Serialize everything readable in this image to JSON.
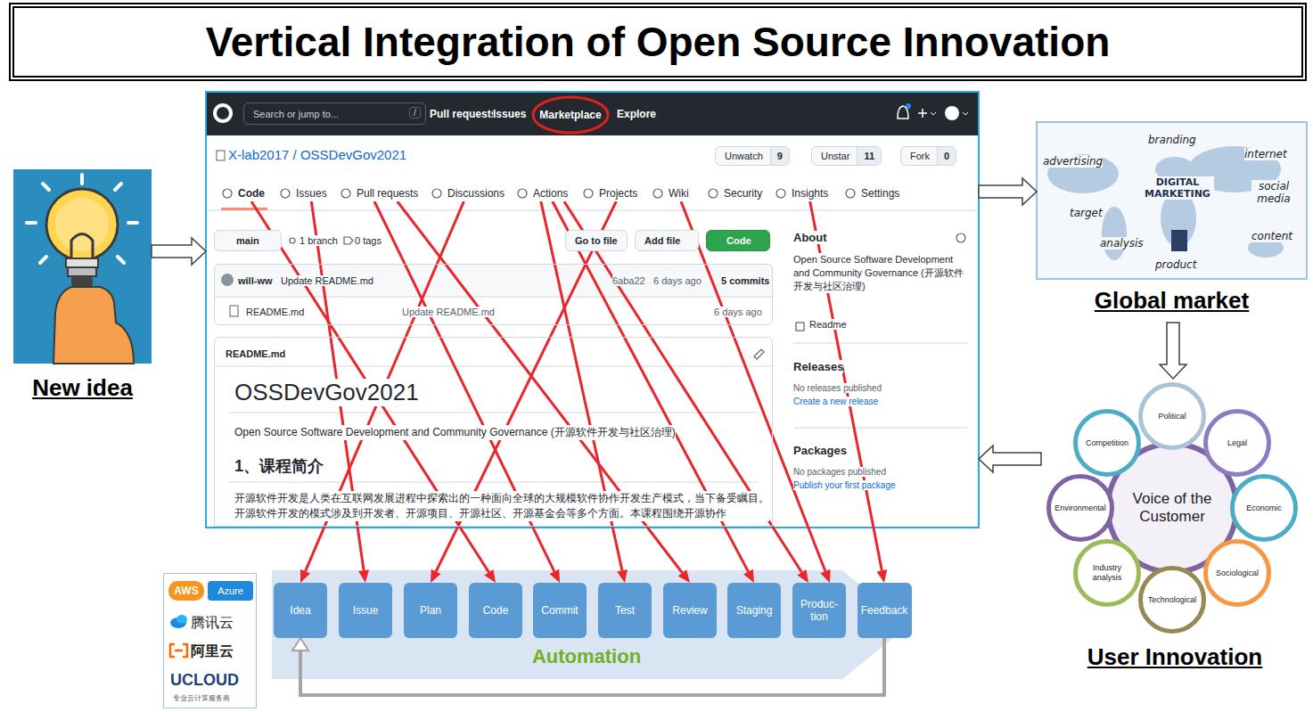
{
  "diagram": {
    "title": "Vertical Integration of Open Source Innovation",
    "nodes": [
      {
        "text": [
          "New idea"
        ]
      },
      {
        "text": [
          "Pull requests",
          "Issues",
          "Explore",
          "X-lab2017 / OSSDevGov2021",
          "1 branch",
          "0 tags",
          "About",
          "Open Source Software Development and Community Governance (开源软件开发与社区治理)",
          "Readme",
          "Releases",
          "No releases published",
          "Create a new release",
          "Packages",
          "No packages published",
          "Publish your first package"
        ]
      },
      {
        "text": [
          "Search or jump to...",
          "/"
        ],
        "in": 1
      },
      {
        "text": [
          "Marketplace"
        ],
        "in": 1
      },
      {
        "text": [
          "Unwatch",
          "9"
        ],
        "in": 1
      },
      {
        "text": [
          "Unstar",
          "11"
        ],
        "in": 1
      },
      {
        "text": [
          "Fork",
          "0"
        ],
        "in": 1
      },
      {
        "text": [
          "Code"
        ],
        "in": 1
      },
      {
        "text": [
          "Issues"
        ],
        "in": 1
      },
      {
        "text": [
          "Pull requests"
        ],
        "in": 1
      },
      {
        "text": [
          "Discussions"
        ],
        "in": 1
      },
      {
        "text": [
          "Actions"
        ],
        "in": 1
      },
      {
        "text": [
          "Projects"
        ],
        "in": 1
      },
      {
        "text": [
          "Wiki"
        ],
        "in": 1
      },
      {
        "text": [
          "Security"
        ],
        "in": 1
      },
      {
        "text": [
          "Insights"
        ],
        "in": 1
      },
      {
        "text": [
          "Settings"
        ],
        "in": 1
      },
      {
        "text": [
          "main"
        ],
        "in": 1
      },
      {
        "text": [
          "Go to file"
        ],
        "in": 1
      },
      {
        "text": [
          "Add file"
        ],
        "in": 1
      },
      {
        "text": [
          "Code"
        ],
        "in": 1
      },
      {
        "text": [
          "will-ww",
          "Update README.md",
          "6aba22",
          "6 days ago",
          "5 commits",
          "README.md",
          "Update README.md",
          "6 days ago"
        ],
        "in": 1
      },
      {
        "text": [
          "README.md",
          "OSSDevGov2021",
          "Open Source Software Development and Community Governance (开源软件开发与社区治理)",
          "1、课程简介",
          "开源软件开发是人类在互联网发展进程中探索出的一种面向全球的大规模软件协作开发生产模式，当下备受瞩目。开源软件开发的模式涉及到开发者、开源项目、开源社区、开源基金会等多个方面。本课程围绕开源协作"
        ],
        "in": 1
      },
      {
        "text": [
          "branding",
          "advertising",
          "internet",
          "DIGITAL MARKETING",
          "social media",
          "target",
          "content",
          "analysis",
          "product",
          "Global market"
        ]
      },
      {
        "text": [
          "User Innovation"
        ]
      },
      {
        "text": [
          "Voice of the Customer"
        ],
        "in": 24
      },
      {
        "text": [
          "Political"
        ],
        "in": 24
      },
      {
        "text": [
          "Legal"
        ],
        "in": 24
      },
      {
        "text": [
          "Economic"
        ],
        "in": 24
      },
      {
        "text": [
          "Sociological"
        ],
        "in": 24
      },
      {
        "text": [
          "Technological"
        ],
        "in": 24
      },
      {
        "text": [
          "Industry analysis"
        ],
        "in": 24
      },
      {
        "text": [
          "Environmental"
        ],
        "in": 24
      },
      {
        "text": [
          "Competition"
        ],
        "in": 24
      },
      {
        "text": [
          "AWS",
          "Azure",
          "腾讯云",
          "阿里云",
          "UCLOUD",
          "专业云计算服务商"
        ]
      },
      {
        "text": [
          "Automation"
        ]
      },
      {
        "text": [
          "Idea"
        ],
        "in": 35
      },
      {
        "text": [
          "Issue"
        ],
        "in": 35
      },
      {
        "text": [
          "Plan"
        ],
        "in": 35
      },
      {
        "text": [
          "Code"
        ],
        "in": 35
      },
      {
        "text": [
          "Commit"
        ],
        "in": 35
      },
      {
        "text": [
          "Test"
        ],
        "in": 35
      },
      {
        "text": [
          "Review"
        ],
        "in": 35
      },
      {
        "text": [
          "Staging"
        ],
        "in": 35
      },
      {
        "text": [
          "Produc- tion"
        ],
        "in": 35
      },
      {
        "text": [
          "Feedback"
        ],
        "in": 35
      }
    ],
    "edges": [
      {
        "from": 0,
        "to": 1,
        "arrow": "to"
      },
      {
        "from": 1,
        "to": 23,
        "arrow": "to"
      },
      {
        "from": 23,
        "to": 24,
        "arrow": "to"
      },
      {
        "from": 24,
        "to": 1,
        "arrow": "to"
      },
      {
        "from": 7,
        "to": 39,
        "arrow": "to"
      },
      {
        "from": 8,
        "to": 37,
        "arrow": "to"
      },
      {
        "from": 9,
        "to": 40,
        "arrow": "to"
      },
      {
        "from": 9,
        "to": 42,
        "arrow": "to"
      },
      {
        "from": 10,
        "to": 36,
        "arrow": "to"
      },
      {
        "from": 11,
        "to": 41,
        "arrow": "to"
      },
      {
        "from": 11,
        "to": 43,
        "arrow": "to"
      },
      {
        "from": 11,
        "to": 44,
        "arrow": "to"
      },
      {
        "from": 12,
        "to": 38,
        "arrow": "to"
      },
      {
        "from": 13,
        "to": 44,
        "arrow": "to"
      },
      {
        "from": 15,
        "to": 45,
        "arrow": "to"
      },
      {
        "from": 45,
        "to": 36,
        "arrow": "to"
      }
    ]
  }
}
